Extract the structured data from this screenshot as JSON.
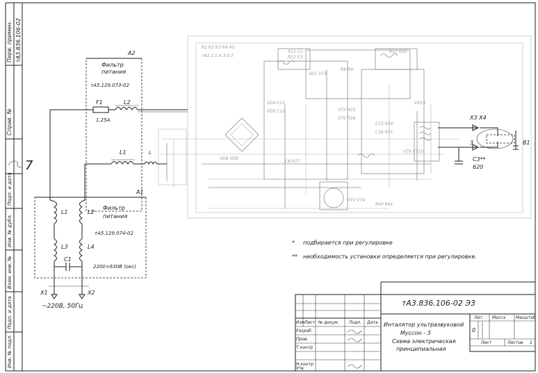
{
  "side_stamp": {
    "perv_primen": "Перв. примен.",
    "perv_primen_val": "тА3.836.106-02",
    "sprav_no": "Справ. №",
    "podp_data_1": "Подп. и дата",
    "inv_dubl": "Инв. № дубл.",
    "vzam_inv": "Взам. инв. №",
    "podp_data_2": "Подп. и дата",
    "inv_podl": "Инв. № подл."
  },
  "blocks": {
    "a2": {
      "ref": "A2",
      "title_1": "Фильтр",
      "title_2": "питания",
      "code": "тА5.129.073-02",
      "f1": "F1",
      "f1_value": "1,25А",
      "l2": "L2",
      "l1": "L1"
    },
    "a1": {
      "ref": "A1",
      "title_1": "Фильтр",
      "title_2": "питания",
      "code": "тА5.129.074-02",
      "l1": "L1",
      "l2": "L2",
      "l3": "L3",
      "l4": "L4",
      "c1": "C1",
      "c1_value": "2200×630В (окс)"
    },
    "x1": "X1",
    "x2": "X2",
    "supply": "~220В, 50Гц"
  },
  "right_block": {
    "x3x4": "X3 X4",
    "b1": "B1",
    "c3": "C3**",
    "c3_value": "620",
    "x3_pin": "3"
  },
  "notes": {
    "note_1_mark": "*",
    "note_1": "подбирается при регулировке",
    "note_2_mark": "**",
    "note_2": "необходимость установки определяется при регулировке."
  },
  "title_block": {
    "designation": "тА3.836.106-02 Э3",
    "name_1": "Инталятор ультразвуковой",
    "name_2": "Муссон - 3",
    "name_3": "Схема электрическая",
    "name_4": "принципиальная",
    "col_izm": "Изм",
    "col_list": "Лист",
    "col_doc": "№ докум.",
    "col_podp": "Подп.",
    "col_data": "Дата",
    "razrab": "Разраб.",
    "prov": "Пров.",
    "tkontr": "Т.контр",
    "nkontr": "Н.контр",
    "utv": "Утв.",
    "lit": "Лит.",
    "massa": "Масса",
    "masshtab": "Масштаб",
    "lit_val": "0",
    "list": "Лист",
    "listov": "Листов",
    "listov_val": "1"
  }
}
